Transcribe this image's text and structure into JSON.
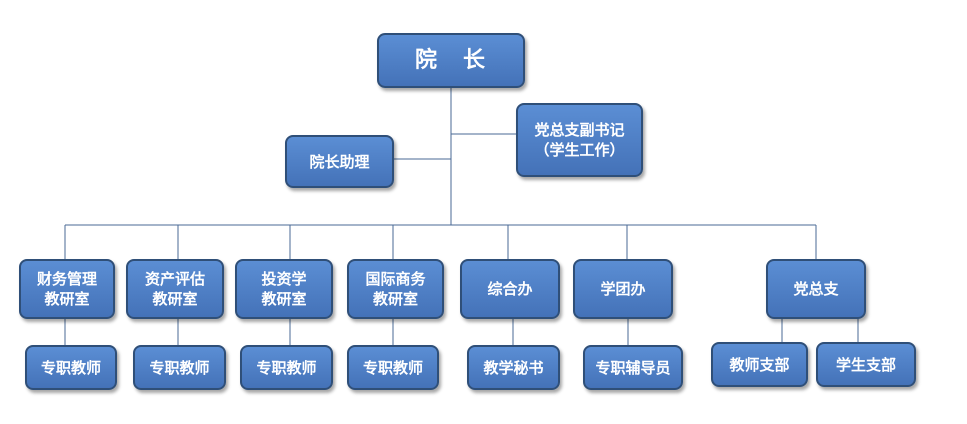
{
  "org_chart": {
    "dean": "院　长",
    "party_deputy_secretary": "党总支副书记\n（学生工作）",
    "dean_assistant": "院长助理",
    "departments": {
      "finance_mgmt": "财务管理\n教研室",
      "asset_eval": "资产评估\n教研室",
      "investment": "投资学\n教研室",
      "intl_business": "国际商务\n教研室",
      "general_office": "综合办",
      "student_league": "学团办",
      "party_branch": "党总支"
    },
    "subunits": {
      "finance_teachers": "专职教师",
      "asset_teachers": "专职教师",
      "investment_teachers": "专职教师",
      "intl_teachers": "专职教师",
      "teaching_secretary": "教学秘书",
      "counselor": "专职辅导员",
      "teacher_branch": "教师支部",
      "student_branch": "学生支部"
    }
  }
}
